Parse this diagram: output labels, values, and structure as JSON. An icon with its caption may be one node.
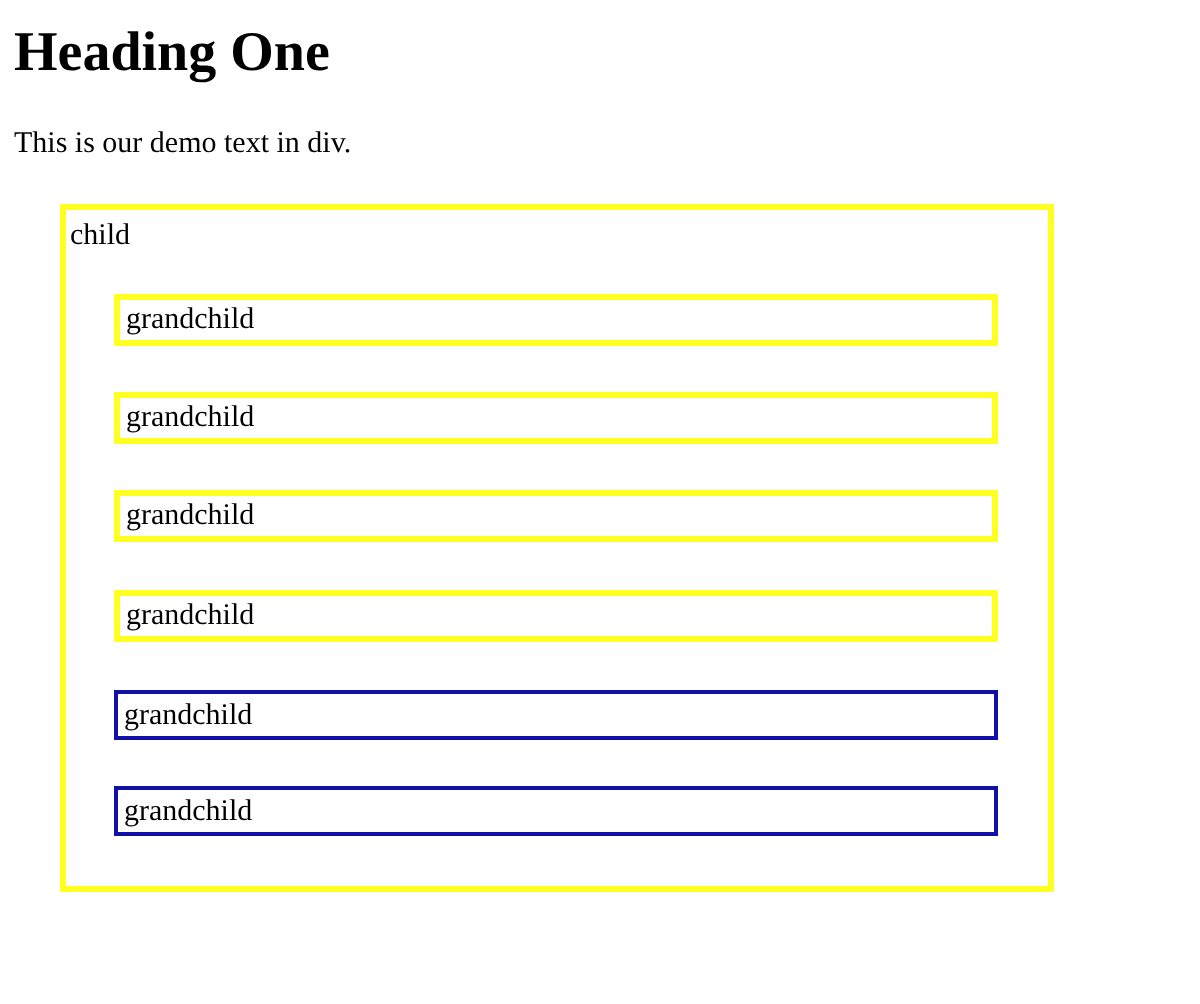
{
  "diagram": {
    "title": "Heading One",
    "nodes": [
      {
        "text": [
          "child"
        ]
      },
      {
        "text": [
          "grandchild"
        ],
        "in": 0
      },
      {
        "text": [
          "grandchild"
        ],
        "in": 0
      },
      {
        "text": [
          "grandchild"
        ],
        "in": 0
      },
      {
        "text": [
          "grandchild"
        ],
        "in": 0
      },
      {
        "text": [
          "grandchild"
        ],
        "in": 0
      },
      {
        "text": [
          "grandchild"
        ],
        "in": 0
      }
    ],
    "edges": [],
    "labels": [
      "This is our demo text in div."
    ]
  }
}
